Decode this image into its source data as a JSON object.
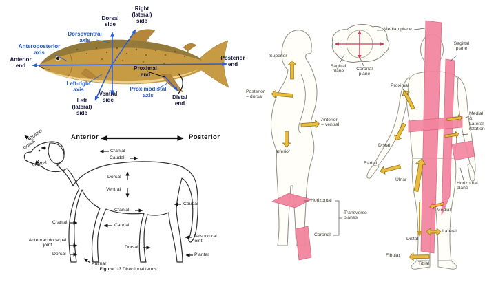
{
  "figure_title": "Directional terms and anatomical planes diagram",
  "colors": {
    "axis_blue": "#2a5cd6",
    "label_navy": "#16163c",
    "arrow_gold": "#e9bb3f",
    "plane_pink": "#f2849e",
    "cross_red": "#c93b5c"
  },
  "fish": {
    "labels": {
      "right_side": "Right\n(lateral)\nside",
      "dorsal_side": "Dorsal\nside",
      "dorsoventral_axis": "Dorsoventral\naxis",
      "anteroposterior_axis": "Anteroposterior\naxis",
      "anterior_end": "Anterior\nend",
      "posterior_end": "Posterior\nend",
      "proximal_end": "Proximal\nend",
      "left_right_axis": "Left-right\naxis",
      "ventral_side": "Ventral\nside",
      "left_side": "Left\n(lateral)\nside",
      "proximodistal_axis": "Proximodistal\naxis",
      "distal_end": "Distal\nend"
    }
  },
  "dog": {
    "labels": {
      "anterior": "Anterior",
      "posterior": "Posterior",
      "rostral": "Rostral",
      "dorsal_head": "Dorsal",
      "ventral_head": "Ventral",
      "cranial_neck": "Cranial",
      "caudal_neck": "Caudal",
      "dorsal_mid": "Dorsal",
      "ventral_mid": "Ventral",
      "cranial_hind": "Cranial",
      "caudal_fore": "Caudal",
      "cranial_fore": "Cranial",
      "antebrachiocarpal": "Antebrachiocarpal\njoint",
      "dorsal_forepaw": "Dorsal",
      "palmar": "Palmar",
      "dorsal_hindpaw": "Dorsal",
      "caudal_tail": "Caudal",
      "tarsocrural": "Tarsocrural\njoint",
      "plantar": "Plantar",
      "caption_bold": "Figure 1-3",
      "caption_rest": "Directional terms."
    }
  },
  "side_figure": {
    "labels": {
      "superior": "Superior",
      "posterior": "Posterior\n= dorsal",
      "anterior": "Anterior\n= ventral",
      "inferior": "Inferior",
      "horizontal": "Horizontal",
      "transverse": "Transverse\nplanes",
      "coronal": "Coronal"
    }
  },
  "head_view": {
    "labels": {
      "sagittal_plane": "Sagittal\nplane",
      "coronal_plane": "Coronal\nplane"
    }
  },
  "front_figure": {
    "labels": {
      "median_plane": "Median plane",
      "sagittal_plane": "Sagittal\nplane",
      "proximal": "Proximal",
      "distal_arm": "Distal",
      "radial": "Radial",
      "ulnar": "Ulnar",
      "medial_lateral_rotation": "Medial\n&\nLateral\nrotation",
      "horizontal_plane": "Horizontal\nplane",
      "medial": "Medial",
      "lateral": "Lateral",
      "distal_leg": "Distal",
      "fibular": "Fibular",
      "tibial": "Tibial"
    }
  }
}
